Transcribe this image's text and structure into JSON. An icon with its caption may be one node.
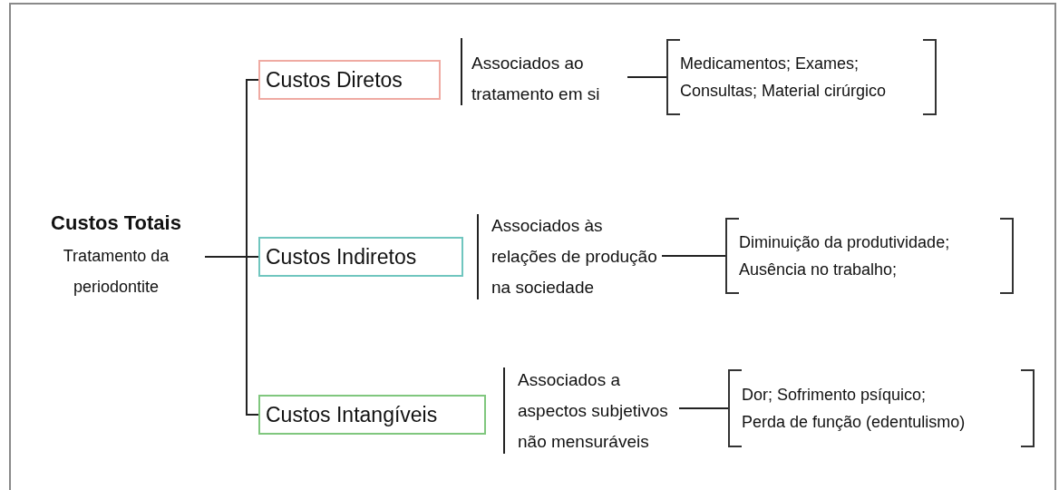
{
  "diagram": {
    "nodes": [
      {
        "text": [
          "Custos Totais",
          "Tratamento da periodontite"
        ]
      },
      {
        "text": [
          "Custos Diretos"
        ]
      },
      {
        "text": [
          "Associados ao tratamento em si"
        ]
      },
      {
        "text": [
          "Medicamentos; Exames; Consultas; Material cirúrgico"
        ]
      },
      {
        "text": [
          "Custos Indiretos"
        ]
      },
      {
        "text": [
          "Associados às relações de produção na sociedade"
        ]
      },
      {
        "text": [
          "Diminuição da produtividade; Ausência no trabalho;"
        ]
      },
      {
        "text": [
          "Custos Intangíveis"
        ]
      },
      {
        "text": [
          "Associados a aspectos subjetivos não mensuráveis"
        ]
      },
      {
        "text": [
          "Dor; Sofrimento psíquico; Perda de função (edentulismo)"
        ]
      }
    ],
    "edges": [
      {
        "from": 0,
        "to": 1,
        "arrow": "none"
      },
      {
        "from": 0,
        "to": 4,
        "arrow": "none"
      },
      {
        "from": 0,
        "to": 7,
        "arrow": "none"
      },
      {
        "from": 2,
        "to": 3,
        "arrow": "none"
      },
      {
        "from": 5,
        "to": 6,
        "arrow": "none"
      },
      {
        "from": 8,
        "to": 9,
        "arrow": "none"
      }
    ]
  }
}
